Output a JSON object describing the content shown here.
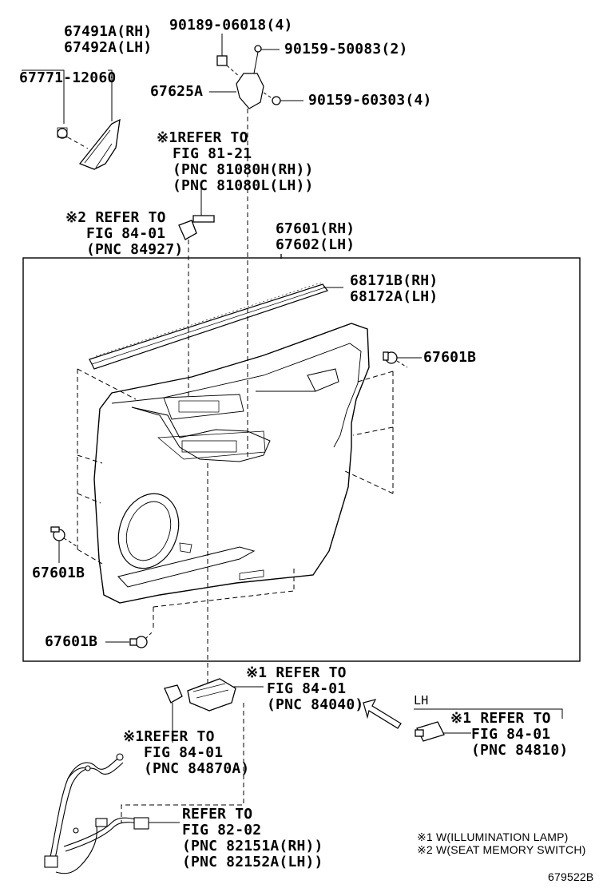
{
  "parts": {
    "p67491": [
      "67491A(RH)",
      "67492A(LH)"
    ],
    "p67771": "67771-12060",
    "p90189": "90189-06018(4)",
    "p90159_50083": "90159-50083(2)",
    "p67625": "67625A",
    "p90159_60303": "90159-60303(4)",
    "p67601": [
      "67601(RH)",
      "67602(LH)"
    ],
    "p68171": [
      "68171B(RH)",
      "68172A(LH)"
    ],
    "p67601b_right": "67601B",
    "p67601b_left": "67601B",
    "p67601b_bottom": "67601B"
  },
  "refs": {
    "ref_81_21": [
      "※1REFER TO",
      "FIG 81-21",
      "(PNC 81080H(RH))",
      "(PNC 81080L(LH))"
    ],
    "ref_84927": [
      "※2 REFER TO",
      "FIG 84-01",
      "(PNC 84927)"
    ],
    "ref_84040": [
      "※1 REFER TO",
      "FIG 84-01",
      "(PNC 84040)"
    ],
    "ref_84870": [
      "※1REFER TO",
      "FIG 84-01",
      "(PNC 84870A)"
    ],
    "ref_84810": [
      "※1 REFER TO",
      "FIG 84-01",
      "(PNC 84810)"
    ],
    "ref_82_02": [
      "REFER TO",
      "FIG 82-02",
      "(PNC 82151A(RH))",
      "(PNC 82152A(LH))"
    ]
  },
  "lh_label": "LH",
  "notes": [
    "※1 W(ILLUMINATION LAMP)",
    "※2 W(SEAT MEMORY SWITCH)"
  ],
  "figure_id": "679522B"
}
